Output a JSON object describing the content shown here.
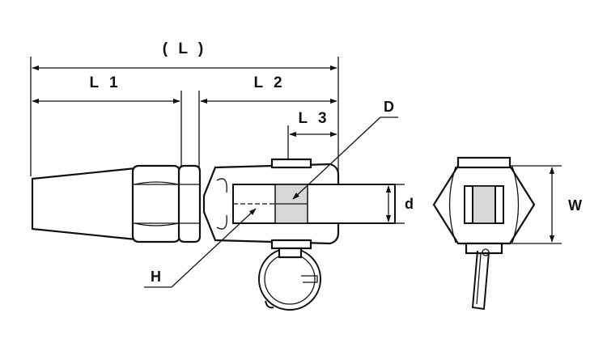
{
  "diagram": {
    "labels": {
      "L": "( L )",
      "L1": "L 1",
      "L2": "L 2",
      "L3": "L 3",
      "D": "D",
      "d": "d",
      "H": "H",
      "W": "W"
    },
    "colors": {
      "line": "#111111",
      "shade": "#d7d7d7",
      "background": "#ffffff"
    }
  }
}
